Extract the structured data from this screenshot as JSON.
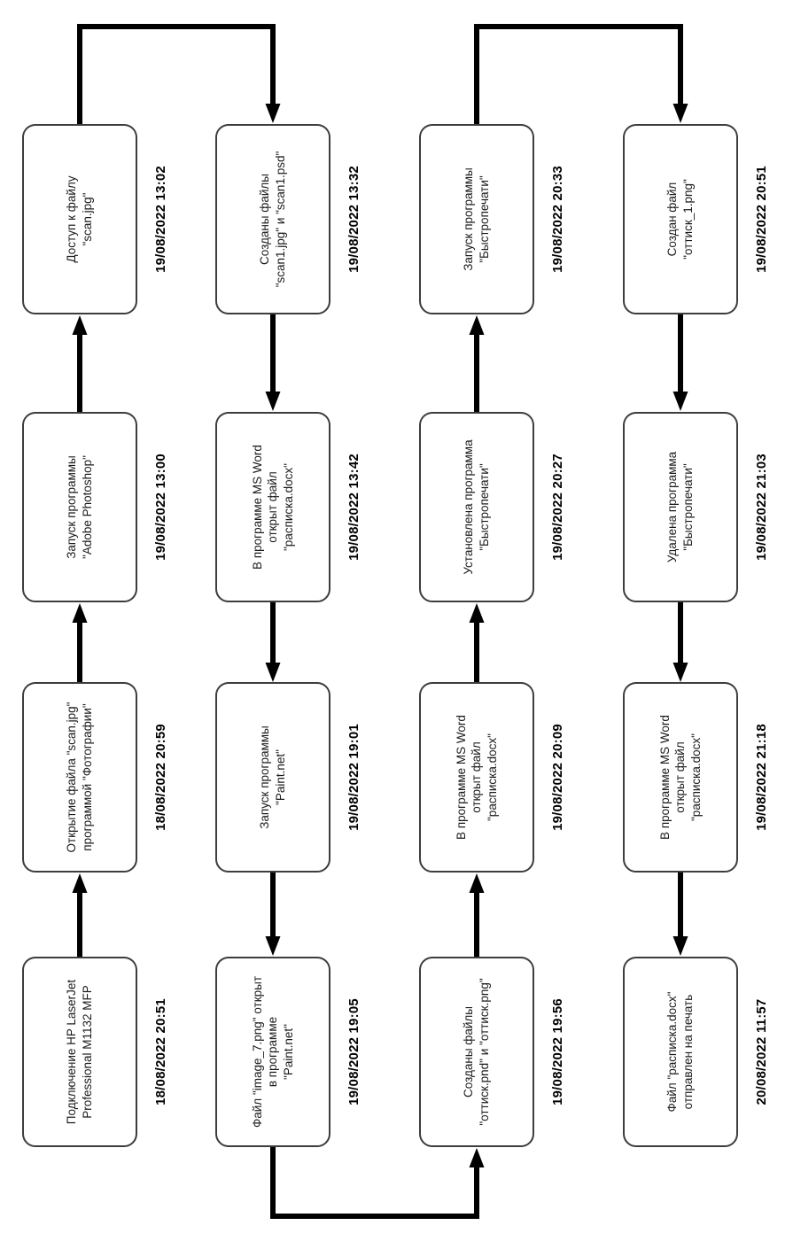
{
  "diagram": {
    "title": "",
    "type": "forensic-timeline-flowchart",
    "orientation": "rotated-90-counterclockwise",
    "colors": {
      "background": "#ffffff",
      "box_fill": "#ffffff",
      "box_border": "#3d3d3d",
      "connector": "#000000",
      "text": "#1a1a1a"
    },
    "events": [
      {
        "text": "Подключение HP LaserJet\nProfessional M1132 MFP",
        "timestamp": "18/08/2022 20:51"
      },
      {
        "text": "Открытие файла \"scan.jpg\"\nпрограммой \"Фотографии\"",
        "timestamp": "18/08/2022 20:59"
      },
      {
        "text": "Запуск программы\n\"Adobe Photoshop\"",
        "timestamp": "19/08/2022 13:00"
      },
      {
        "text": "Доступ к файлу\n\"scan.jpg\"",
        "timestamp": "19/08/2022 13:02"
      },
      {
        "text": "Созданы файлы\n\"scan1.jpg\" и \"scan1.psd\"",
        "timestamp": "19/08/2022 13:32"
      },
      {
        "text": "В программе MS Word\nоткрыт файл\n\"расписка.docx\"",
        "timestamp": "19/08/2022 13:42"
      },
      {
        "text": "Запуск программы\n\"Paint.net\"",
        "timestamp": "19/08/2022 19:01"
      },
      {
        "text": "Файл \"image_7.png\" открыт\nв программе\n\"Paint.net\"",
        "timestamp": "19/08/2022 19:05"
      },
      {
        "text": "Созданы файлы\n\"оттиск.pnd\" и \"оттиск.png\"",
        "timestamp": "19/08/2022 19:56"
      },
      {
        "text": "В программе MS Word\nоткрыт файл\n\"расписка.docx\"",
        "timestamp": "19/08/2022 20:09"
      },
      {
        "text": "Установлена программа\n\"Быстропечати\"",
        "timestamp": "19/08/2022 20:27"
      },
      {
        "text": "Запуск программы\n\"Быстропечати\"",
        "timestamp": "19/08/2022 20:33"
      },
      {
        "text": "Создан файл\n\"оттиск_1.png\"",
        "timestamp": "19/08/2022 20:51"
      },
      {
        "text": "Удалена программа\n\"Быстропечати\"",
        "timestamp": "19/08/2022 21:03"
      },
      {
        "text": "В программе MS Word\nоткрыт файл\n\"расписка.docx\"",
        "timestamp": "19/08/2022 21:18"
      },
      {
        "text": "Файл \"расписка.docx\"\nотправлен на печать",
        "timestamp": "20/08/2022 11:57"
      }
    ]
  }
}
